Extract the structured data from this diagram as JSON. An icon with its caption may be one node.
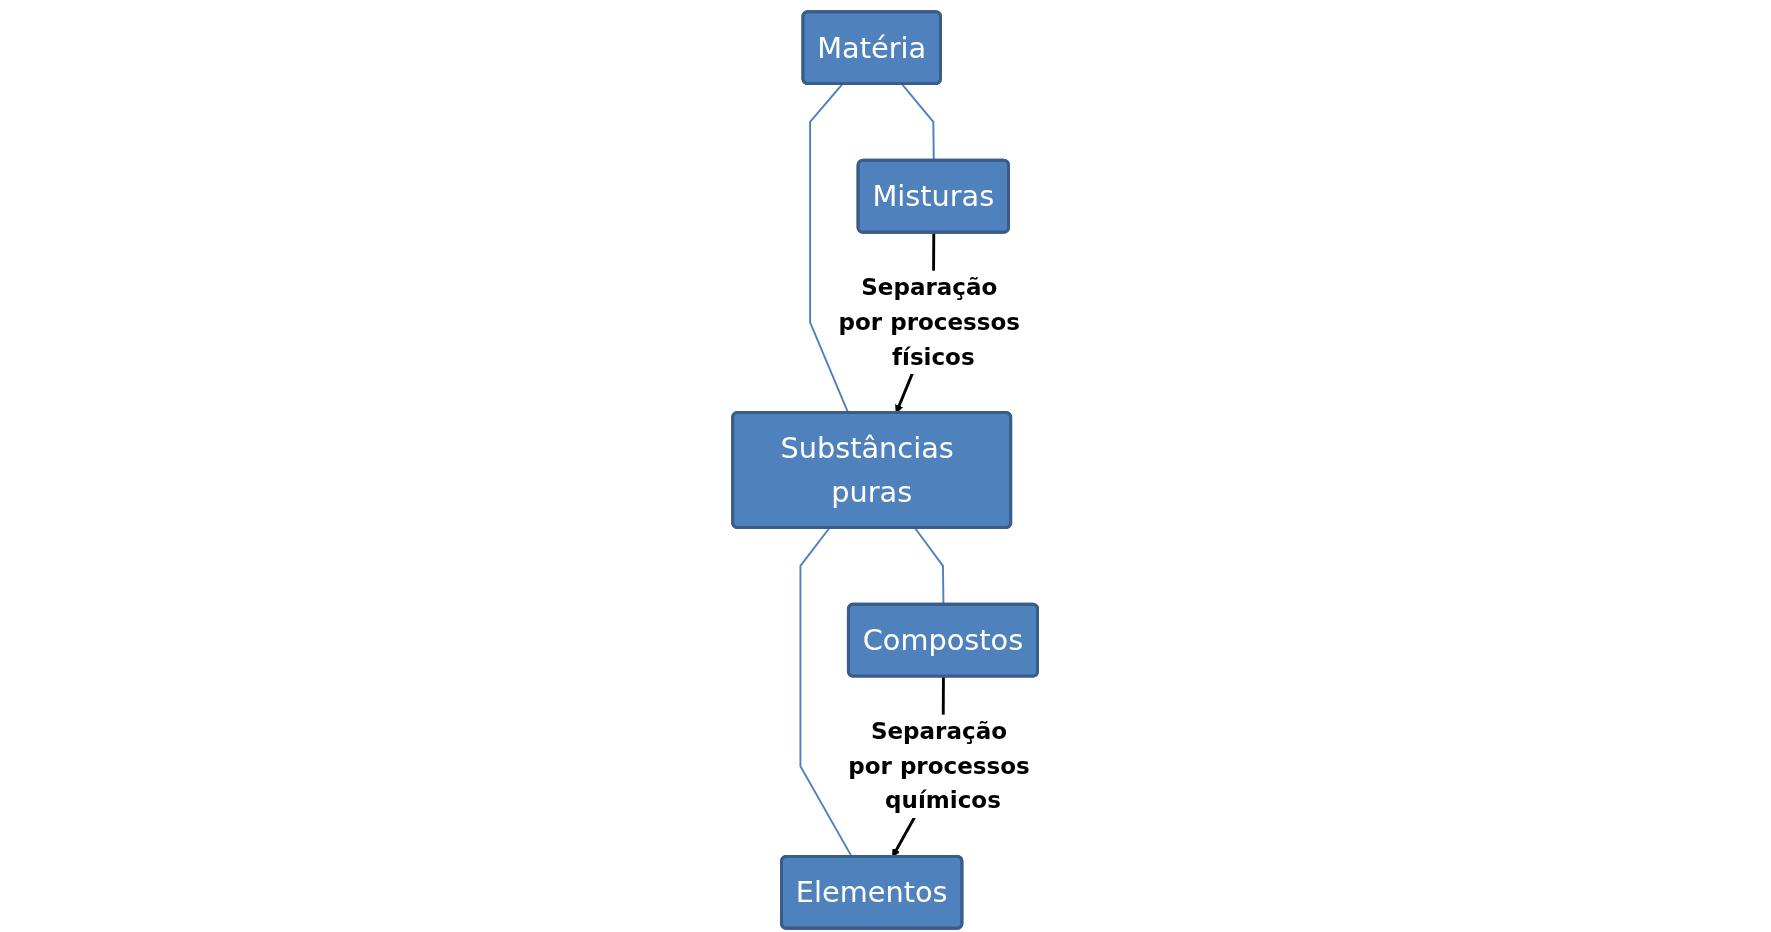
{
  "diagram": {
    "nodes": [
      {
        "text": [
          "Matéria"
        ]
      },
      {
        "text": [
          "Substâncias puras"
        ]
      },
      {
        "text": [
          "Misturas"
        ]
      },
      {
        "text": [
          "Compostos"
        ]
      },
      {
        "text": [
          "Elementos"
        ]
      }
    ],
    "edges": [
      {
        "from": 0,
        "to": 1,
        "arrow": "none"
      },
      {
        "from": 0,
        "to": 2,
        "arrow": "none"
      },
      {
        "from": 2,
        "to": 1,
        "arrow": "to",
        "label": "Separação por processos físicos",
        "color": "#000000"
      },
      {
        "from": 1,
        "to": 3,
        "arrow": "none"
      },
      {
        "from": 1,
        "to": 4,
        "arrow": "none"
      },
      {
        "from": 3,
        "to": 4,
        "arrow": "to",
        "label": "Separação por processos químicos",
        "color": "#000000"
      }
    ]
  }
}
